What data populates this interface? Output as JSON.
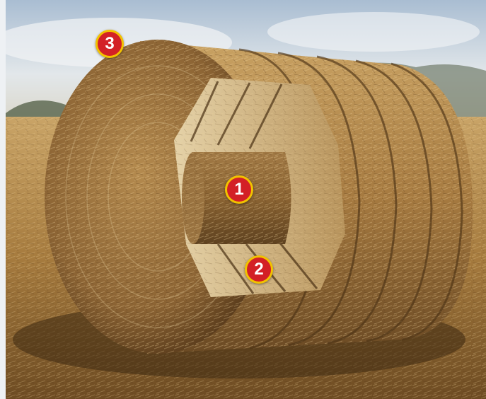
{
  "image": {
    "subject": "cutaway-round-hay-bale",
    "palette": {
      "straw": "#b58a48",
      "straw_dark": "#6e4a22",
      "core": "#8a6636",
      "sky": "#cfd9e4",
      "marker_red": "#d32026",
      "marker_ring": "#f2c200"
    }
  },
  "markers": [
    {
      "label": "1"
    },
    {
      "label": "2"
    },
    {
      "label": "3"
    }
  ]
}
